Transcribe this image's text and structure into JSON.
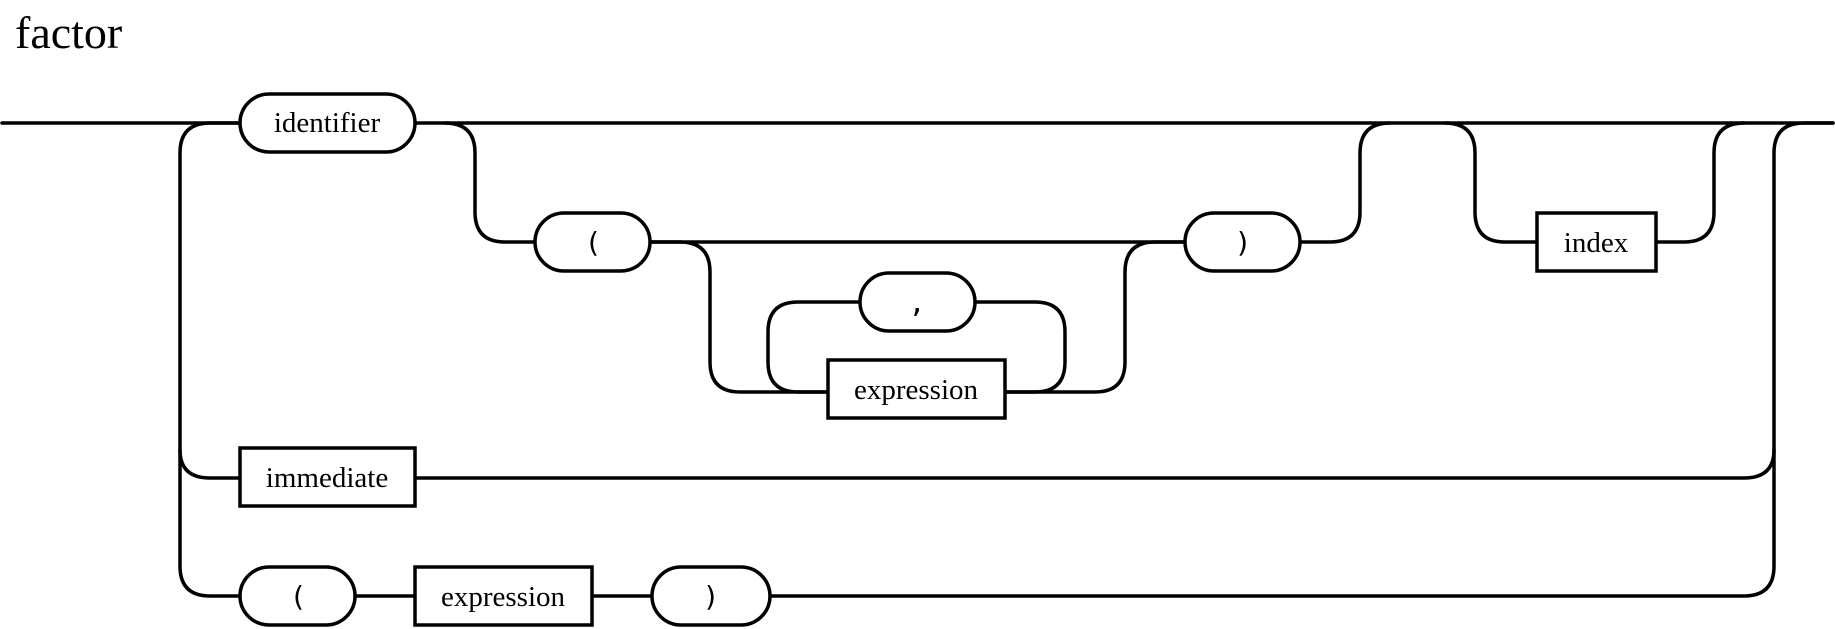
{
  "title": "factor",
  "nodes": {
    "identifier": {
      "text": "identifier",
      "kind": "terminal"
    },
    "lparen_call": {
      "text": "(",
      "kind": "terminal"
    },
    "comma": {
      "text": ",",
      "kind": "terminal"
    },
    "expression_arg": {
      "text": "expression",
      "kind": "nonterminal"
    },
    "rparen_call": {
      "text": ")",
      "kind": "terminal"
    },
    "index": {
      "text": "index",
      "kind": "nonterminal"
    },
    "immediate": {
      "text": "immediate",
      "kind": "nonterminal"
    },
    "lparen_group": {
      "text": "(",
      "kind": "terminal"
    },
    "expression_group": {
      "text": "expression",
      "kind": "nonterminal"
    },
    "rparen_group": {
      "text": ")",
      "kind": "terminal"
    }
  },
  "colors": {
    "stroke": "#000000",
    "fill": "#ffffff"
  }
}
